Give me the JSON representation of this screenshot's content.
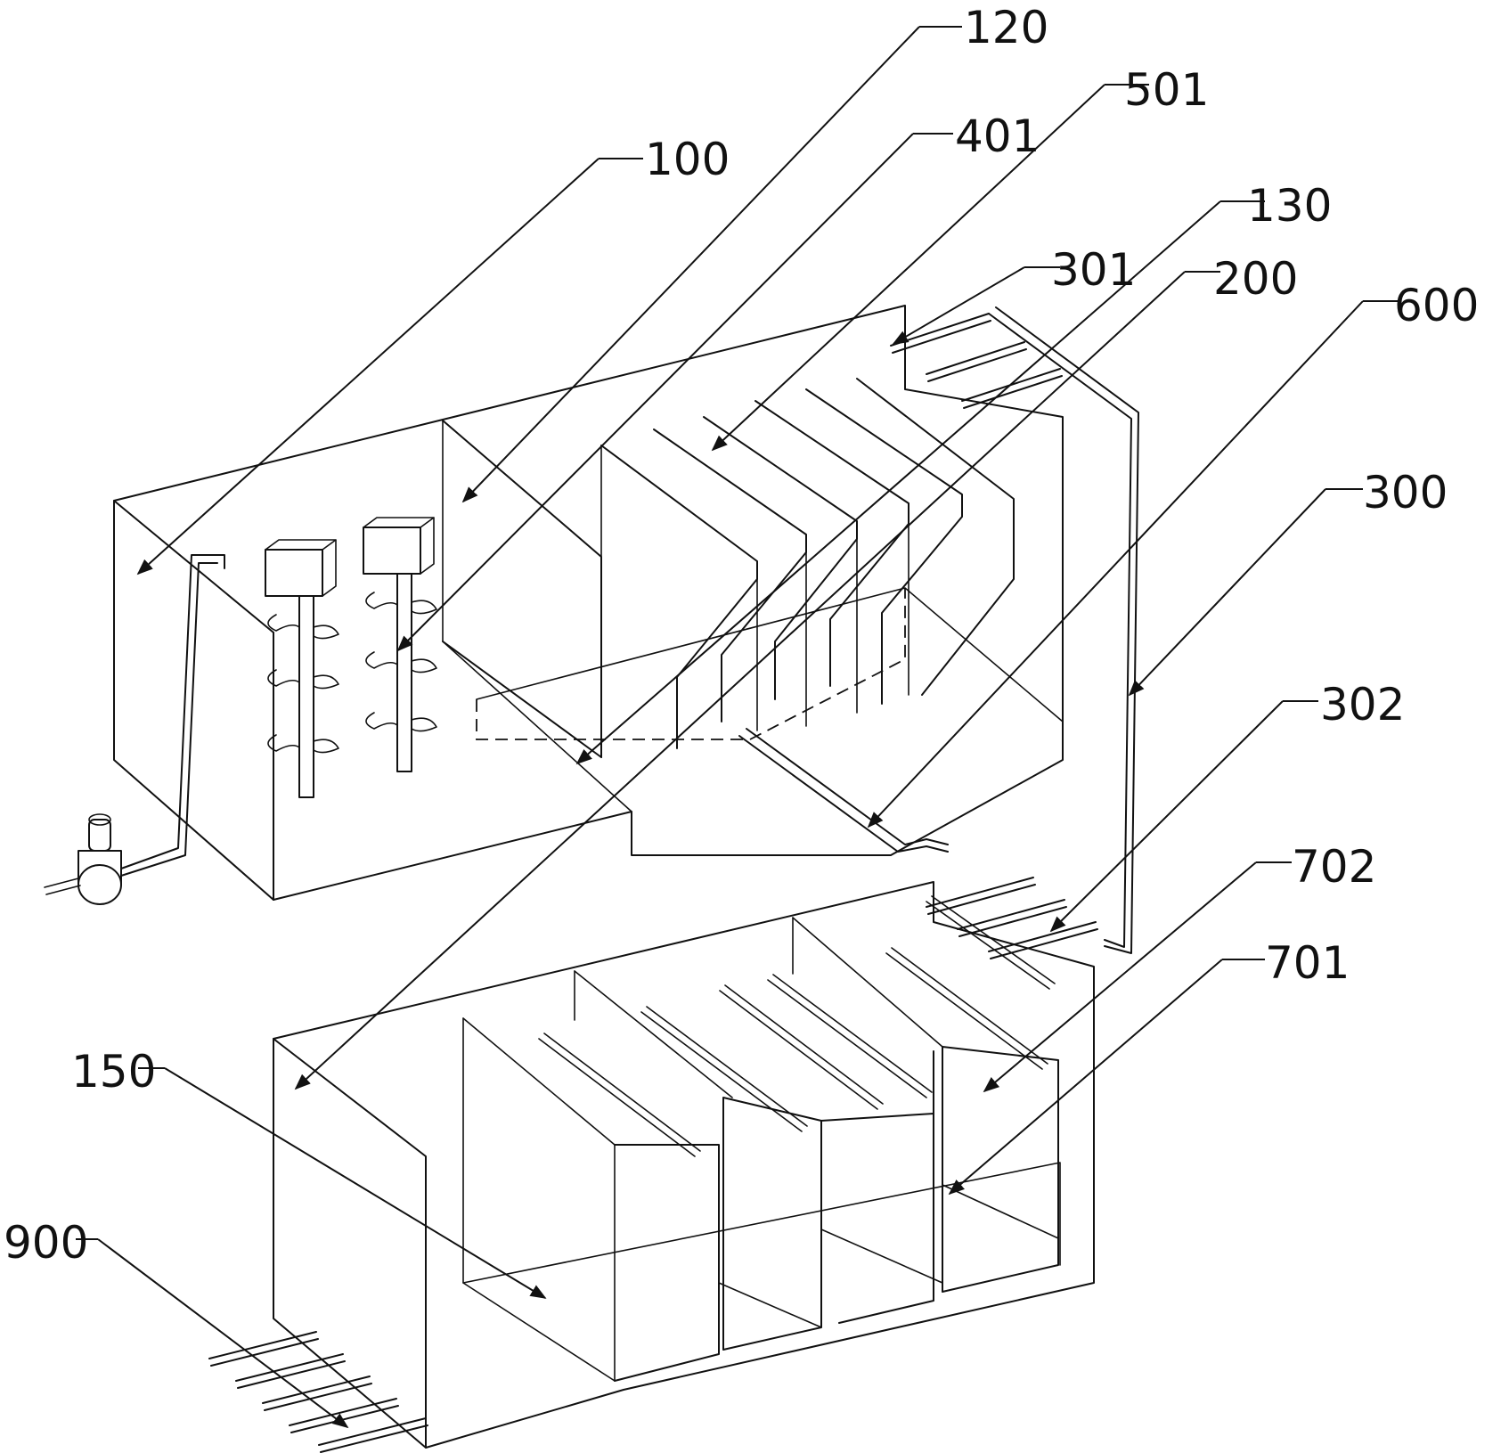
{
  "labels": {
    "l100": "100",
    "l120": "120",
    "l401": "401",
    "l501": "501",
    "l130": "130",
    "l301": "301",
    "l200": "200",
    "l600": "600",
    "l300": "300",
    "l302": "302",
    "l702": "702",
    "l701": "701",
    "l150": "150",
    "l900": "900"
  },
  "colors": {
    "ink": "#111111",
    "paper": "#ffffff"
  }
}
